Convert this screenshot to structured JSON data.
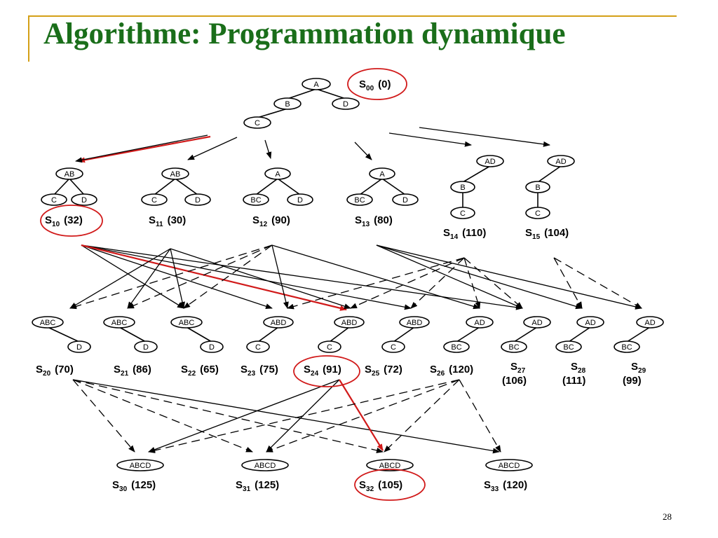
{
  "title": "Algorithme: Programmation dynamique",
  "page_number": "28",
  "colors": {
    "title": "#1a6e1a",
    "accent_rule": "#d4a017",
    "highlight": "#d11a1a",
    "edge": "#000000"
  },
  "trees": [
    {
      "id": "S00",
      "nodes": [
        {
          "id": "n1",
          "label": "A"
        },
        {
          "id": "n2",
          "label": "B"
        },
        {
          "id": "n3",
          "label": "D"
        },
        {
          "id": "n4",
          "label": "C"
        }
      ],
      "edges": [
        [
          "n1",
          "n2"
        ],
        [
          "n1",
          "n3"
        ],
        [
          "n2",
          "n4"
        ]
      ]
    },
    {
      "id": "S10",
      "nodes": [
        {
          "id": "n1",
          "label": "AB"
        },
        {
          "id": "n2",
          "label": "C"
        },
        {
          "id": "n3",
          "label": "D"
        }
      ],
      "edges": [
        [
          "n1",
          "n2"
        ],
        [
          "n1",
          "n3"
        ]
      ]
    },
    {
      "id": "S11",
      "nodes": [
        {
          "id": "n1",
          "label": "AB"
        },
        {
          "id": "n2",
          "label": "C"
        },
        {
          "id": "n3",
          "label": "D"
        }
      ],
      "edges": [
        [
          "n1",
          "n2"
        ],
        [
          "n1",
          "n3"
        ]
      ]
    },
    {
      "id": "S12",
      "nodes": [
        {
          "id": "n1",
          "label": "A"
        },
        {
          "id": "n2",
          "label": "BC"
        },
        {
          "id": "n3",
          "label": "D"
        }
      ],
      "edges": [
        [
          "n1",
          "n2"
        ],
        [
          "n1",
          "n3"
        ]
      ]
    },
    {
      "id": "S13",
      "nodes": [
        {
          "id": "n1",
          "label": "A"
        },
        {
          "id": "n2",
          "label": "BC"
        },
        {
          "id": "n3",
          "label": "D"
        }
      ],
      "edges": [
        [
          "n1",
          "n2"
        ],
        [
          "n1",
          "n3"
        ]
      ]
    },
    {
      "id": "S14",
      "nodes": [
        {
          "id": "n1",
          "label": "AD"
        },
        {
          "id": "n2",
          "label": "B"
        },
        {
          "id": "n3",
          "label": "C"
        }
      ],
      "edges": [
        [
          "n1",
          "n2"
        ],
        [
          "n2",
          "n3"
        ]
      ]
    },
    {
      "id": "S15",
      "nodes": [
        {
          "id": "n1",
          "label": "AD"
        },
        {
          "id": "n2",
          "label": "B"
        },
        {
          "id": "n3",
          "label": "C"
        }
      ],
      "edges": [
        [
          "n1",
          "n2"
        ],
        [
          "n2",
          "n3"
        ]
      ]
    },
    {
      "id": "S20",
      "nodes": [
        {
          "id": "n1",
          "label": "ABC"
        },
        {
          "id": "n2",
          "label": "D"
        }
      ],
      "edges": [
        [
          "n1",
          "n2"
        ]
      ]
    },
    {
      "id": "S21",
      "nodes": [
        {
          "id": "n1",
          "label": "ABC"
        },
        {
          "id": "n2",
          "label": "D"
        }
      ],
      "edges": [
        [
          "n1",
          "n2"
        ]
      ]
    },
    {
      "id": "S22",
      "nodes": [
        {
          "id": "n1",
          "label": "ABC"
        },
        {
          "id": "n2",
          "label": "D"
        }
      ],
      "edges": [
        [
          "n1",
          "n2"
        ]
      ]
    },
    {
      "id": "S23",
      "nodes": [
        {
          "id": "n1",
          "label": "ABD"
        },
        {
          "id": "n2",
          "label": "C"
        }
      ],
      "edges": [
        [
          "n1",
          "n2"
        ]
      ]
    },
    {
      "id": "S24",
      "nodes": [
        {
          "id": "n1",
          "label": "ABD"
        },
        {
          "id": "n2",
          "label": "C"
        }
      ],
      "edges": [
        [
          "n1",
          "n2"
        ]
      ]
    },
    {
      "id": "S25",
      "nodes": [
        {
          "id": "n1",
          "label": "ABD"
        },
        {
          "id": "n2",
          "label": "C"
        }
      ],
      "edges": [
        [
          "n1",
          "n2"
        ]
      ]
    },
    {
      "id": "S26",
      "nodes": [
        {
          "id": "n1",
          "label": "AD"
        },
        {
          "id": "n2",
          "label": "BC"
        }
      ],
      "edges": [
        [
          "n1",
          "n2"
        ]
      ]
    },
    {
      "id": "S27",
      "nodes": [
        {
          "id": "n1",
          "label": "AD"
        },
        {
          "id": "n2",
          "label": "BC"
        }
      ],
      "edges": [
        [
          "n1",
          "n2"
        ]
      ]
    },
    {
      "id": "S28",
      "nodes": [
        {
          "id": "n1",
          "label": "AD"
        },
        {
          "id": "n2",
          "label": "BC"
        }
      ],
      "edges": [
        [
          "n1",
          "n2"
        ]
      ]
    },
    {
      "id": "S29",
      "nodes": [
        {
          "id": "n1",
          "label": "AD"
        },
        {
          "id": "n2",
          "label": "BC"
        }
      ],
      "edges": [
        [
          "n1",
          "n2"
        ]
      ]
    },
    {
      "id": "S30",
      "nodes": [
        {
          "id": "n1",
          "label": "ABCD"
        }
      ],
      "edges": []
    },
    {
      "id": "S31",
      "nodes": [
        {
          "id": "n1",
          "label": "ABCD"
        }
      ],
      "edges": []
    },
    {
      "id": "S32",
      "nodes": [
        {
          "id": "n1",
          "label": "ABCD"
        }
      ],
      "edges": []
    },
    {
      "id": "S33",
      "nodes": [
        {
          "id": "n1",
          "label": "ABCD"
        }
      ],
      "edges": []
    }
  ],
  "state_labels": [
    {
      "id": "S00",
      "name": "S",
      "sub": "00",
      "cost": "(0)",
      "highlighted": true
    },
    {
      "id": "S10",
      "name": "S",
      "sub": "10",
      "cost": "(32)",
      "highlighted": true
    },
    {
      "id": "S11",
      "name": "S",
      "sub": "11",
      "cost": "(30)",
      "highlighted": false
    },
    {
      "id": "S12",
      "name": "S",
      "sub": "12",
      "cost": "(90)",
      "highlighted": false
    },
    {
      "id": "S13",
      "name": "S",
      "sub": "13",
      "cost": "(80)",
      "highlighted": false
    },
    {
      "id": "S14",
      "name": "S",
      "sub": "14",
      "cost": "(110)",
      "highlighted": false
    },
    {
      "id": "S15",
      "name": "S",
      "sub": "15",
      "cost": "(104)",
      "highlighted": false
    },
    {
      "id": "S20",
      "name": "S",
      "sub": "20",
      "cost": "(70)",
      "highlighted": false
    },
    {
      "id": "S21",
      "name": "S",
      "sub": "21",
      "cost": "(86)",
      "highlighted": false
    },
    {
      "id": "S22",
      "name": "S",
      "sub": "22",
      "cost": "(65)",
      "highlighted": false
    },
    {
      "id": "S23",
      "name": "S",
      "sub": "23",
      "cost": "(75)",
      "highlighted": false
    },
    {
      "id": "S24",
      "name": "S",
      "sub": "24",
      "cost": "(91)",
      "highlighted": true
    },
    {
      "id": "S25",
      "name": "S",
      "sub": "25",
      "cost": "(72)",
      "highlighted": false
    },
    {
      "id": "S26",
      "name": "S",
      "sub": "26",
      "cost": "(120)",
      "highlighted": false
    },
    {
      "id": "S27",
      "name": "S",
      "sub": "27",
      "cost": "(106)",
      "highlighted": false
    },
    {
      "id": "S28",
      "name": "S",
      "sub": "28",
      "cost": "(111)",
      "highlighted": false
    },
    {
      "id": "S29",
      "name": "S",
      "sub": "29",
      "cost": "(99)",
      "highlighted": false
    },
    {
      "id": "S30",
      "name": "S",
      "sub": "30",
      "cost": "(125)",
      "highlighted": false
    },
    {
      "id": "S31",
      "name": "S",
      "sub": "31",
      "cost": "(125)",
      "highlighted": false
    },
    {
      "id": "S32",
      "name": "S",
      "sub": "32",
      "cost": "(105)",
      "highlighted": true
    },
    {
      "id": "S33",
      "name": "S",
      "sub": "33",
      "cost": "(120)",
      "highlighted": false
    }
  ],
  "transitions": [
    {
      "from": "S00",
      "to": "S10",
      "style": "solid",
      "optimal": true
    },
    {
      "from": "S00",
      "to": "S11",
      "style": "solid",
      "optimal": false
    },
    {
      "from": "S00",
      "to": "S12",
      "style": "solid",
      "optimal": false
    },
    {
      "from": "S00",
      "to": "S13",
      "style": "solid",
      "optimal": false
    },
    {
      "from": "S00",
      "to": "S14",
      "style": "solid",
      "optimal": false
    },
    {
      "from": "S00",
      "to": "S15",
      "style": "solid",
      "optimal": false
    },
    {
      "from": "S10",
      "to": "S24",
      "style": "solid",
      "optimal": true
    },
    {
      "from": "S24",
      "to": "S32",
      "style": "solid",
      "optimal": true
    }
  ]
}
